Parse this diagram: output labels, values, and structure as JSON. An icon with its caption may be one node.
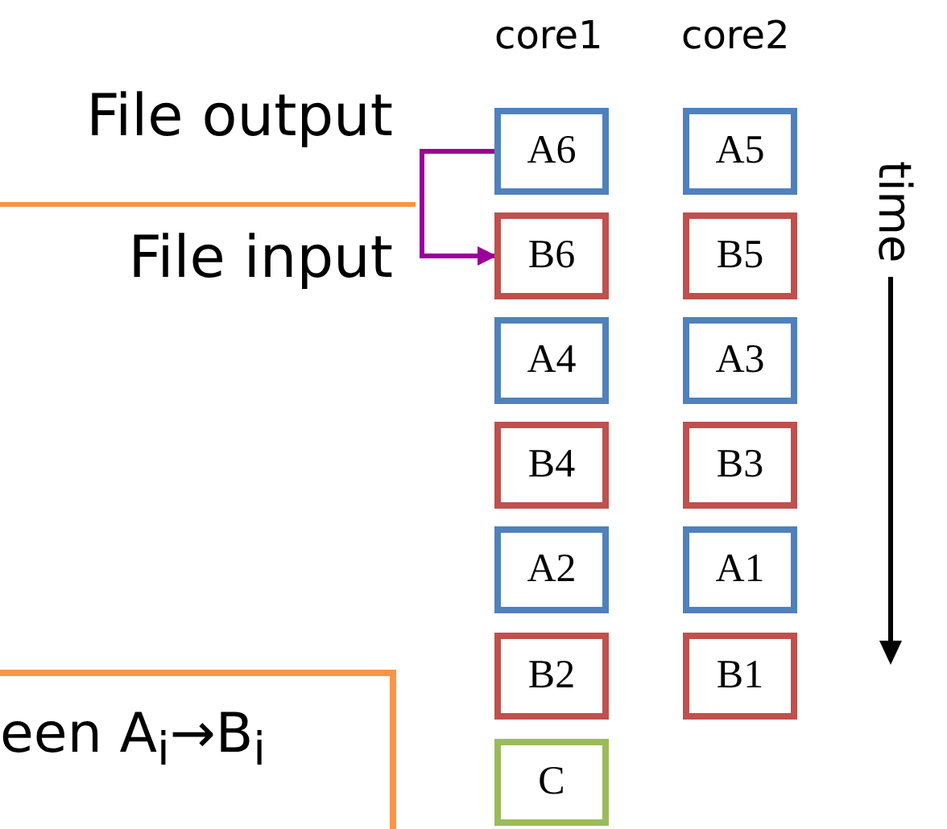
{
  "diagram": {
    "nodes": [
      {
        "text": [
          "A6"
        ]
      },
      {
        "text": [
          "B6"
        ]
      },
      {
        "text": [
          "A4"
        ]
      },
      {
        "text": [
          "B4"
        ]
      },
      {
        "text": [
          "A2"
        ]
      },
      {
        "text": [
          "B2"
        ]
      },
      {
        "text": [
          "C"
        ]
      },
      {
        "text": [
          "A5"
        ]
      },
      {
        "text": [
          "B5"
        ]
      },
      {
        "text": [
          "A3"
        ]
      },
      {
        "text": [
          "B3"
        ]
      },
      {
        "text": [
          "A1"
        ]
      },
      {
        "text": [
          "B1"
        ]
      },
      {
        "text": [
          "een A$_{i}$→B$_{i}$"
        ]
      }
    ],
    "edges": [
      {
        "from": 0,
        "to": 1,
        "arrow": "to",
        "color": "#990099"
      }
    ],
    "labels": [
      "core1",
      "core2",
      "File output",
      "File input",
      "time"
    ]
  }
}
